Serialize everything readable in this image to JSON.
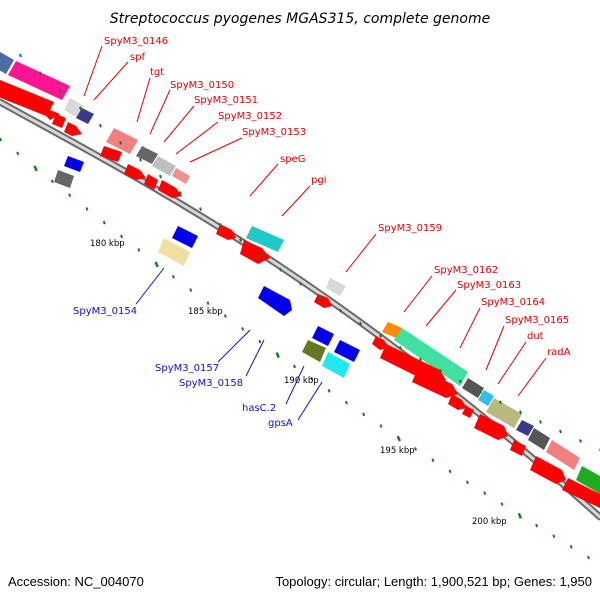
{
  "title": "Streptococcus pyogenes MGAS315, complete genome",
  "footer": {
    "accession": "Accession: NC_004070",
    "stats": "Topology: circular; Length: 1,900,521 bp; Genes: 1,950"
  },
  "scale_labels": [
    "180 kbp",
    "185 kbp",
    "190 kbp",
    "195 kbp",
    "200 kbp"
  ],
  "gene_labels_forward": [
    "SpyM3_0146",
    "spf",
    "tgt",
    "SpyM3_0150",
    "SpyM3_0151",
    "SpyM3_0152",
    "SpyM3_0153",
    "speG",
    "pgi",
    "SpyM3_0159",
    "SpyM3_0162",
    "SpyM3_0163",
    "SpyM3_0164",
    "SpyM3_0165",
    "dut",
    "radA"
  ],
  "gene_labels_reverse": [
    "SpyM3_0154",
    "SpyM3_0157",
    "SpyM3_0158",
    "hasC.2",
    "gpsA"
  ],
  "colors": {
    "label_forward": "#e00000",
    "label_reverse": "#1010c0",
    "backbone": "#888888",
    "tick": "#1a7a1a",
    "gene_red": "#ff0000",
    "gene_blue": "#0000ee"
  }
}
